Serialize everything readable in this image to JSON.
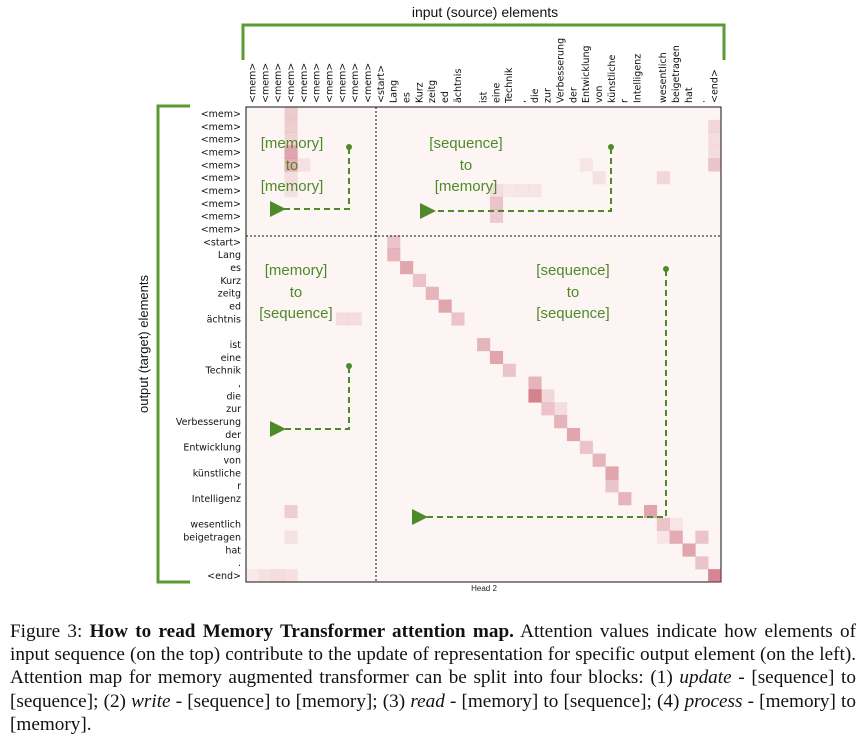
{
  "figure": {
    "input_label": "input (source) elements",
    "output_label": "output (target) elements",
    "head_label": "Head 2",
    "columns": [
      "<mem>",
      "<mem>",
      "<mem>",
      "<mem>",
      "<mem>",
      "<mem>",
      "<mem>",
      "<mem>",
      "<mem>",
      "<mem>",
      "<start>",
      "Lang",
      "es",
      "Kurz",
      "zeitg",
      "ed",
      "ächtnis",
      "",
      "ist",
      "eine",
      "Technik",
      ",",
      "die",
      "zur",
      "Verbesserung",
      "der",
      "Entwicklung",
      "von",
      "künstliche",
      "r",
      "Intelligenz",
      "",
      "wesentlich",
      "beigetragen",
      "hat",
      ".",
      "<end>"
    ],
    "rows": [
      "<mem>",
      "<mem>",
      "<mem>",
      "<mem>",
      "<mem>",
      "<mem>",
      "<mem>",
      "<mem>",
      "<mem>",
      "<mem>",
      "<start>",
      "Lang",
      "es",
      "Kurz",
      "zeitg",
      "ed",
      "ächtnis",
      "",
      "ist",
      "eine",
      "Technik",
      ",",
      "die",
      "zur",
      "Verbesserung",
      "der",
      "Entwicklung",
      "von",
      "künstliche",
      "r",
      "Intelligenz",
      "",
      "wesentlich",
      "beigetragen",
      "hat",
      ".",
      "<end>"
    ],
    "blocks": {
      "memory_to_memory": [
        "[memory]",
        "to",
        "[memory]"
      ],
      "sequence_to_memory": [
        "[sequence]",
        "to",
        "[memory]"
      ],
      "memory_to_sequence": [
        "[memory]",
        "to",
        "[sequence]"
      ],
      "sequence_to_sequence": [
        "[sequence]",
        "to",
        "[sequence]"
      ]
    },
    "accent_color": "#4e8a2a",
    "heat_color": "#b8324a"
  },
  "caption": {
    "label": "Figure 3:",
    "title": "How to read Memory Transformer attention map.",
    "text1": " Attention values indicate how elements of input sequence (on the top) contribute to the update of representation for specific output element (on the left). Attention map for memory augmented transformer can be split into four blocks: (1) ",
    "update": "update",
    "text2": " - [sequence] to [sequence]; (2) ",
    "write": "write",
    "text3": " - [sequence] to [memory]; (3) ",
    "read": "read",
    "text4": " - [memory] to [sequence]; (4) ",
    "process": "process",
    "text5": " - [memory] to [memory]."
  }
}
